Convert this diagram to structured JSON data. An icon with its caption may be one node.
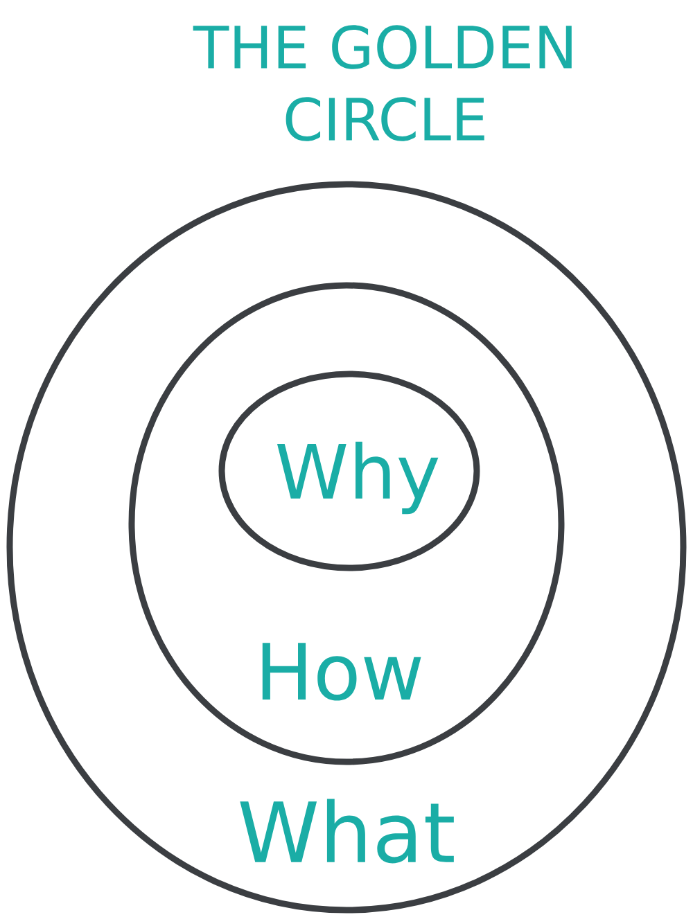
{
  "diagram": {
    "title": "THE GOLDEN CIRCLE",
    "nodes": [
      {
        "text": [
          "What"
        ]
      },
      {
        "text": [
          "How"
        ],
        "in": 0
      },
      {
        "text": [
          "Why"
        ],
        "in": 1
      }
    ]
  }
}
